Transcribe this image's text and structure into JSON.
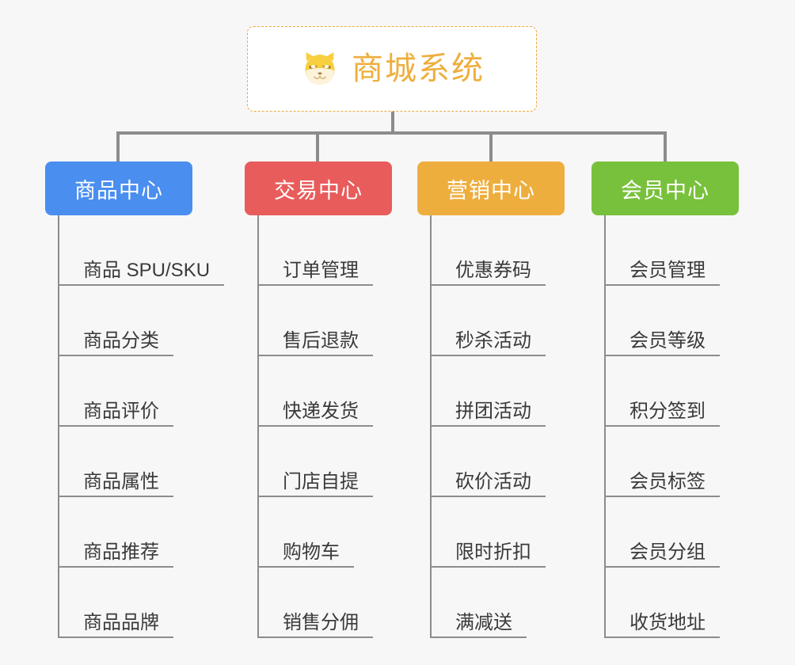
{
  "diagram": {
    "type": "mind-map",
    "background_color": "#f7f7f7",
    "connector_color": "#8c8c8c"
  },
  "root": {
    "title": "商城系统",
    "icon": "shiba-dog-face-icon",
    "text_color": "#eeae3e",
    "border_color": "#eba93c",
    "background_color": "#ffffff"
  },
  "branches": [
    {
      "label": "商品中心",
      "color": "#4a8ef0",
      "items": [
        "商品 SPU/SKU",
        "商品分类",
        "商品评价",
        "商品属性",
        "商品推荐",
        "商品品牌"
      ]
    },
    {
      "label": "交易中心",
      "color": "#e85c5c",
      "items": [
        "订单管理",
        "售后退款",
        "快递发货",
        "门店自提",
        "购物车",
        "销售分佣"
      ]
    },
    {
      "label": "营销中心",
      "color": "#eeae3e",
      "items": [
        "优惠券码",
        "秒杀活动",
        "拼团活动",
        "砍价活动",
        "限时折扣",
        "满减送"
      ]
    },
    {
      "label": "会员中心",
      "color": "#78c13c",
      "items": [
        "会员管理",
        "会员等级",
        "积分签到",
        "会员标签",
        "会员分组",
        "收货地址"
      ]
    }
  ]
}
